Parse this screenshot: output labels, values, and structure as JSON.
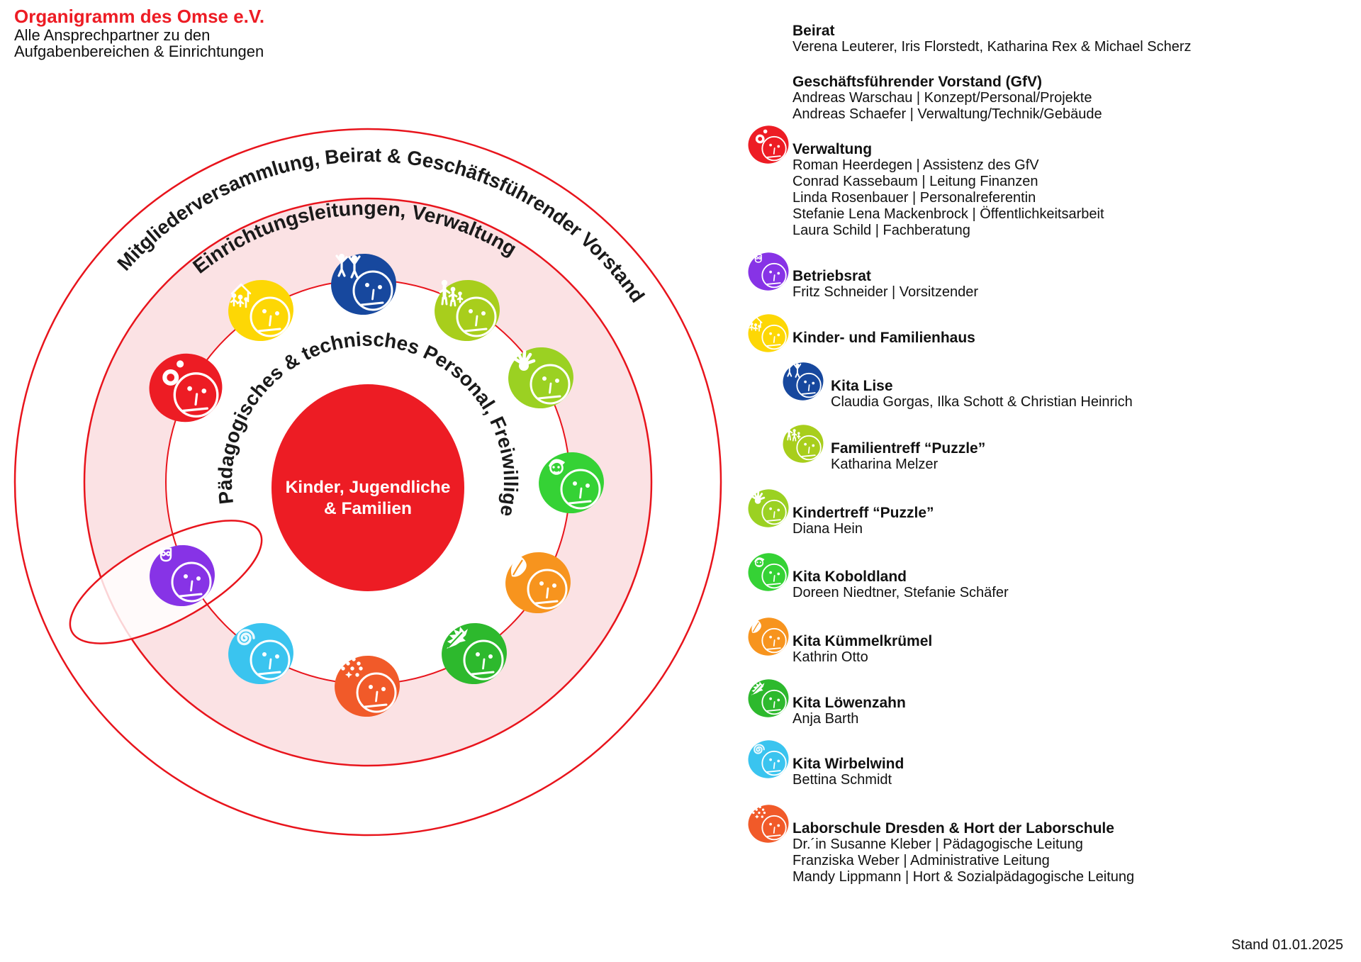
{
  "header": {
    "title": "Organigramm des Omse e.V.",
    "subtitle_line1": "Alle Ansprechpartner zu den",
    "subtitle_line2": "Aufgabenbereichen & Einrichtungen"
  },
  "diagram": {
    "outer_ring_label": "Mitgliederversammlung, Beirat & Geschäftsführender Vorstand",
    "middle_ring_label": "Einrichtungsleitungen, Verwaltung",
    "inner_ring_label": "Pädagogisches & technisches Personal, Freiwillige",
    "center_label_line1": "Kinder, Jugendliche",
    "center_label_line2": "& Familien",
    "colors": {
      "center_fill": "#ed1c24",
      "ring_stroke": "#e8141c",
      "band_fill": "#fbe2e4",
      "text": "#1a1a1a"
    },
    "nodes": [
      {
        "id": "kita-lise",
        "label": "Kita Lise",
        "color": "#17489e",
        "emblem": "figure-pair-icon"
      },
      {
        "id": "familientreff-puzzle",
        "label": "Familientreff “Puzzle”",
        "color": "#a8ce1c",
        "emblem": "family-icon"
      },
      {
        "id": "kindertreff-puzzle",
        "label": "Kindertreff “Puzzle”",
        "color": "#9bd122",
        "emblem": "hand-icon"
      },
      {
        "id": "kita-koboldland",
        "label": "Kita Koboldland",
        "color": "#35d235",
        "emblem": "kobold-icon"
      },
      {
        "id": "kita-kuemmelkruemel",
        "label": "Kita Kümmelkrümel",
        "color": "#f7941e",
        "emblem": "leaf-icon"
      },
      {
        "id": "kita-loewenzahn",
        "label": "Kita Löwenzahn",
        "color": "#2db92d",
        "emblem": "dandelion-leaf-icon"
      },
      {
        "id": "laborschule",
        "label": "Laborschule Dresden & Hort der Laborschule",
        "color": "#f15a29",
        "emblem": "dots-icon"
      },
      {
        "id": "kita-wirbelwind",
        "label": "Kita Wirbelwind",
        "color": "#3ac4ef",
        "emblem": "spiral-icon"
      },
      {
        "id": "betriebsrat",
        "label": "Betriebsrat",
        "color": "#8733e6",
        "emblem": "mask-icon"
      },
      {
        "id": "verwaltung",
        "label": "Verwaltung",
        "color": "#ed1c24",
        "emblem": "omse-logo-icon"
      },
      {
        "id": "kinder-und-familienhaus",
        "label": "Kinder- und Familienhaus",
        "color": "#fdd705",
        "emblem": "family-house-icon"
      }
    ]
  },
  "legend": {
    "sections": [
      {
        "id": "beirat",
        "title": "Beirat",
        "node_id": null,
        "indent": 0,
        "lines": [
          "Verena Leuterer, Iris Florstedt, Katharina Rex & Michael Scherz"
        ]
      },
      {
        "id": "gfv",
        "title": "Geschäftsführender Vorstand (GfV)",
        "node_id": null,
        "indent": 0,
        "lines": [
          "Andreas Warschau | Konzept/Personal/Projekte",
          "Andreas Schaefer | Verwaltung/Technik/Gebäude"
        ]
      },
      {
        "id": "verwaltung",
        "title": "Verwaltung",
        "node_id": "verwaltung",
        "indent": 0,
        "lines": [
          "Roman Heerdegen | Assistenz des GfV",
          "Conrad Kassebaum | Leitung Finanzen",
          "Linda Rosenbauer | Personalreferentin",
          "Stefanie Lena Mackenbrock | Öffentlichkeitsarbeit",
          "Laura Schild | Fachberatung"
        ]
      },
      {
        "id": "betriebsrat",
        "title": "Betriebsrat",
        "node_id": "betriebsrat",
        "indent": 0,
        "lines": [
          "Fritz Schneider | Vorsitzender"
        ]
      },
      {
        "id": "kinder-und-familienhaus",
        "title": "Kinder- und Familienhaus",
        "node_id": "kinder-und-familienhaus",
        "indent": 0,
        "lines": []
      },
      {
        "id": "kita-lise",
        "title": "Kita Lise",
        "node_id": "kita-lise",
        "indent": 1,
        "lines": [
          "Claudia Gorgas, Ilka Schott & Christian Heinrich"
        ]
      },
      {
        "id": "familientreff-puzzle",
        "title": "Familientreff “Puzzle”",
        "node_id": "familientreff-puzzle",
        "indent": 1,
        "lines": [
          "Katharina Melzer"
        ]
      },
      {
        "id": "kindertreff-puzzle",
        "title": "Kindertreff “Puzzle”",
        "node_id": "kindertreff-puzzle",
        "indent": 0,
        "lines": [
          "Diana Hein"
        ]
      },
      {
        "id": "kita-koboldland",
        "title": "Kita Koboldland",
        "node_id": "kita-koboldland",
        "indent": 0,
        "lines": [
          "Doreen Niedtner, Stefanie Schäfer"
        ]
      },
      {
        "id": "kita-kuemmelkruemel",
        "title": "Kita Kümmelkrümel",
        "node_id": "kita-kuemmelkruemel",
        "indent": 0,
        "lines": [
          "Kathrin Otto"
        ]
      },
      {
        "id": "kita-loewenzahn",
        "title": "Kita Löwenzahn",
        "node_id": "kita-loewenzahn",
        "indent": 0,
        "lines": [
          "Anja Barth"
        ]
      },
      {
        "id": "kita-wirbelwind",
        "title": "Kita Wirbelwind",
        "node_id": "kita-wirbelwind",
        "indent": 0,
        "lines": [
          "Bettina Schmidt"
        ]
      },
      {
        "id": "laborschule",
        "title": "Laborschule Dresden & Hort der Laborschule",
        "node_id": "laborschule",
        "indent": 0,
        "lines": [
          "Dr.´in Susanne Kleber | Pädagogische Leitung",
          "Franziska Weber | Administrative Leitung",
          "Mandy Lippmann | Hort & Sozialpädagogische Leitung"
        ]
      }
    ]
  },
  "footer": {
    "date_label": "Stand 01.01.2025"
  }
}
